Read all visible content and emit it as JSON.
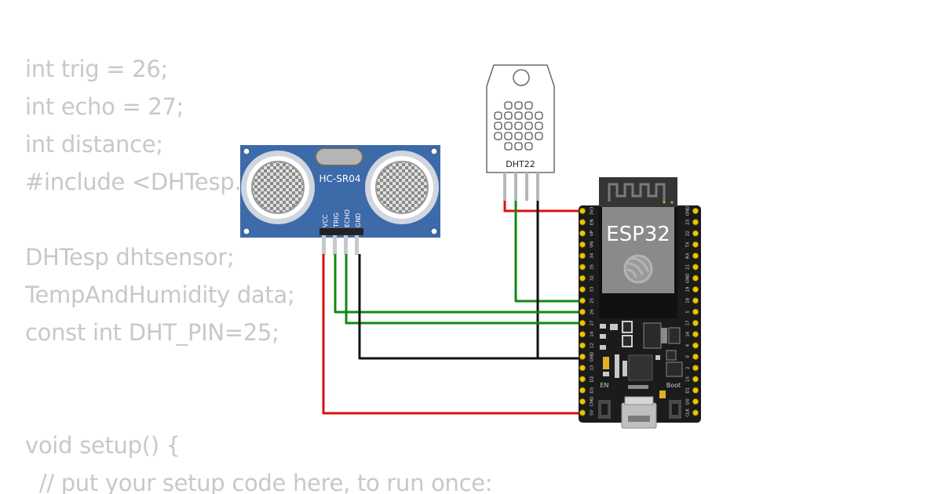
{
  "code_lines": [
    "int trig = 26;",
    "int echo = 27;",
    "int distance;",
    "#include <DHTesp.h>",
    "",
    "DHTesp dhtsensor;",
    "TempAndHumidity data;",
    "const int DHT_PIN=25;",
    "",
    "",
    "void setup() {",
    "  // put your setup code here, to run once:"
  ],
  "components": {
    "ultrasonic": {
      "label": "HC-SR04",
      "pins": [
        "VCC",
        "TRIG",
        "ECHO",
        "GND"
      ]
    },
    "dht": {
      "label": "DHT22"
    },
    "esp32": {
      "label": "ESP32",
      "left_pins": [
        "3V3",
        "EN",
        "VP",
        "VN",
        "34",
        "35",
        "32",
        "33",
        "25",
        "26",
        "27",
        "14",
        "12",
        "GND",
        "13",
        "D2",
        "D3",
        "CMD",
        "5V"
      ],
      "right_pins": [
        "GND",
        "23",
        "22",
        "TX",
        "RX",
        "21",
        "GND",
        "19",
        "18",
        "5",
        "17",
        "16",
        "4",
        "0",
        "2",
        "15",
        "D1",
        "D0",
        "CLK"
      ],
      "en_label": "EN",
      "boot_label": "Boot"
    }
  },
  "wire_colors": {
    "power": "#dd1111",
    "signal": "#118811",
    "ground": "#111111"
  }
}
